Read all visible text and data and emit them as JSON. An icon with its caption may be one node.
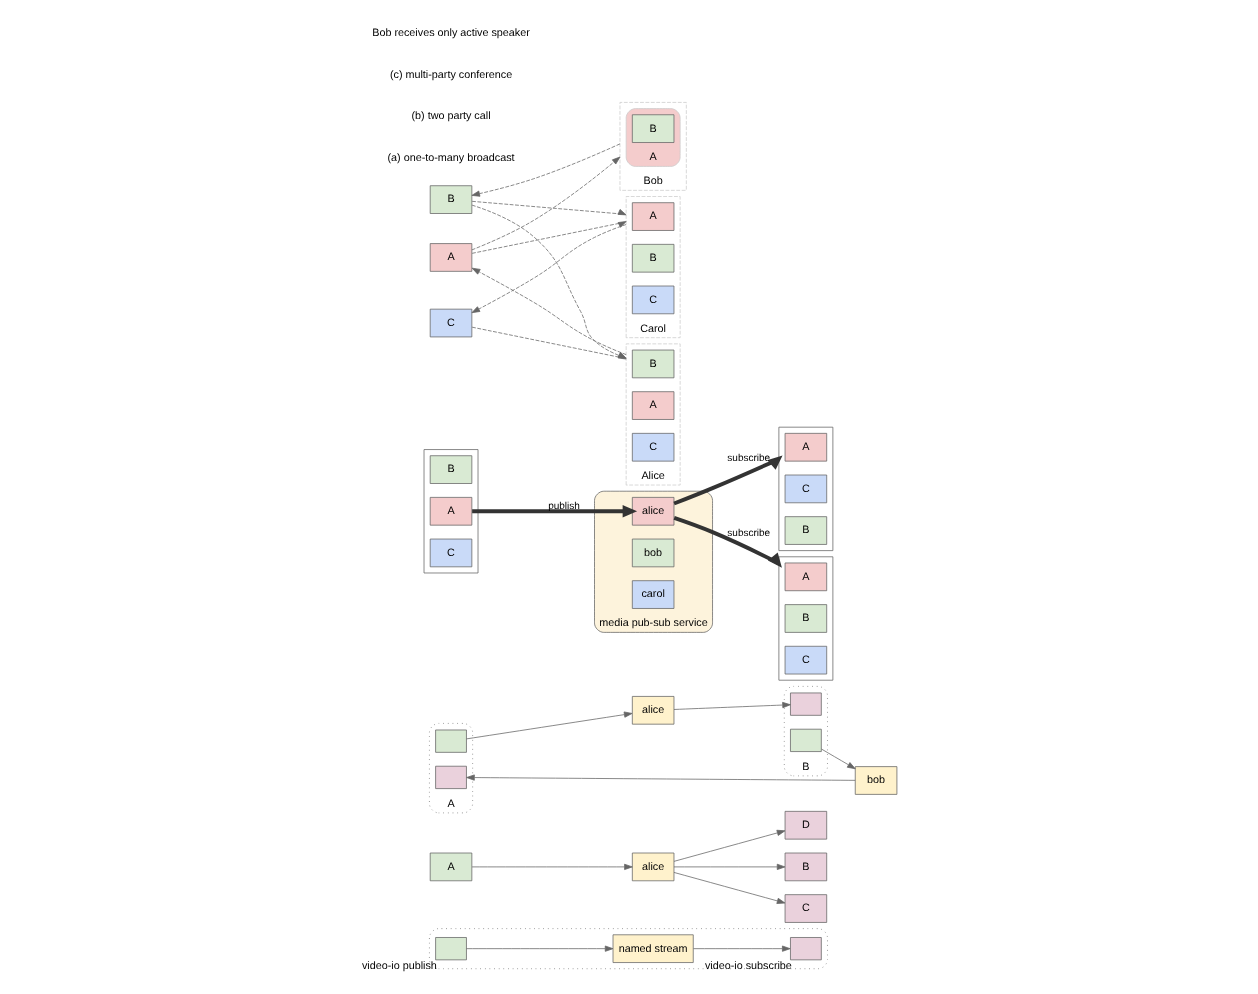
{
  "diagram": {
    "nodes": [
      {
        "text": [],
        "shape": "box"
      },
      {
        "text": [],
        "shape": "box",
        "in": 0,
        "beside": [
          "video-io publish"
        ]
      },
      {
        "text": [
          "named stream"
        ],
        "in": 0
      },
      {
        "text": [],
        "shape": "box",
        "in": 0,
        "beside": [
          "video-io subscribe"
        ]
      },
      {
        "text": [
          "A"
        ]
      },
      {
        "text": [
          "alice"
        ]
      },
      {
        "text": [
          "B"
        ]
      },
      {
        "text": [
          "C"
        ]
      },
      {
        "text": [
          "D"
        ]
      },
      {
        "text": [
          "A"
        ]
      },
      {
        "text": [],
        "shape": "box",
        "in": 9
      },
      {
        "text": [],
        "shape": "box",
        "in": 9
      },
      {
        "text": [
          "alice"
        ]
      },
      {
        "text": [
          "bob"
        ]
      },
      {
        "text": [
          "B"
        ]
      },
      {
        "text": [],
        "shape": "box",
        "in": 14
      },
      {
        "text": [],
        "shape": "box",
        "in": 14
      },
      {
        "text": [
          "media pub-sub service"
        ]
      },
      {
        "text": [
          "alice"
        ],
        "in": 17
      },
      {
        "text": [
          "bob"
        ],
        "in": 17
      },
      {
        "text": [
          "carol"
        ],
        "in": 17
      },
      {
        "text": [],
        "shape": "box"
      },
      {
        "text": [
          "B"
        ],
        "in": 21
      },
      {
        "text": [
          "A"
        ],
        "in": 21
      },
      {
        "text": [
          "C"
        ],
        "in": 21
      },
      {
        "text": [],
        "shape": "box"
      },
      {
        "text": [
          "A"
        ],
        "in": 25
      },
      {
        "text": [
          "C"
        ],
        "in": 25
      },
      {
        "text": [
          "B"
        ],
        "in": 25
      },
      {
        "text": [],
        "shape": "box"
      },
      {
        "text": [
          "A"
        ],
        "in": 29
      },
      {
        "text": [
          "B"
        ],
        "in": 29
      },
      {
        "text": [
          "C"
        ],
        "in": 29
      },
      {
        "text": [
          "A"
        ]
      },
      {
        "text": [
          "B"
        ]
      },
      {
        "text": [
          "C"
        ]
      },
      {
        "text": [
          "Alice"
        ]
      },
      {
        "text": [
          "B"
        ],
        "in": 36
      },
      {
        "text": [
          "A"
        ],
        "in": 36
      },
      {
        "text": [
          "C"
        ],
        "in": 36
      },
      {
        "text": [
          "Bob"
        ]
      },
      {
        "text": [
          "A"
        ],
        "in": 40
      },
      {
        "text": [
          "B"
        ],
        "in": 41
      },
      {
        "text": [
          "Carol"
        ]
      },
      {
        "text": [
          "A"
        ],
        "in": 43
      },
      {
        "text": [
          "B"
        ],
        "in": 43
      },
      {
        "text": [
          "C"
        ],
        "in": 43
      }
    ],
    "edges": [
      {
        "from": 1,
        "to": 2,
        "arrow": "to"
      },
      {
        "from": 2,
        "to": 3,
        "arrow": "to"
      },
      {
        "from": 4,
        "to": 5,
        "arrow": "to"
      },
      {
        "from": 5,
        "to": 6,
        "arrow": "to"
      },
      {
        "from": 5,
        "to": 7,
        "arrow": "to"
      },
      {
        "from": 5,
        "to": 8,
        "arrow": "to"
      },
      {
        "from": 10,
        "to": 12,
        "arrow": "to"
      },
      {
        "from": 12,
        "to": 15,
        "arrow": "to"
      },
      {
        "from": 16,
        "to": 13,
        "arrow": "to"
      },
      {
        "from": 13,
        "to": 11,
        "arrow": "to"
      },
      {
        "from": 23,
        "to": 18,
        "arrow": "to",
        "label": "publish",
        "style": "thick"
      },
      {
        "from": 18,
        "to": 25,
        "arrow": "to",
        "label": "subscribe",
        "style": "thick"
      },
      {
        "from": 18,
        "to": 29,
        "arrow": "to",
        "label": "subscribe",
        "style": "thick"
      },
      {
        "from": 36,
        "to": 33,
        "arrow": "to",
        "style": "dashed"
      },
      {
        "from": 33,
        "to": 40,
        "arrow": "to",
        "style": "dashed"
      },
      {
        "from": 33,
        "to": 43,
        "arrow": "to",
        "style": "dashed"
      },
      {
        "from": 34,
        "to": 36,
        "arrow": "to",
        "style": "dashed"
      },
      {
        "from": 40,
        "to": 34,
        "arrow": "to",
        "style": "dashed"
      },
      {
        "from": 34,
        "to": 43,
        "arrow": "to",
        "style": "dashed"
      },
      {
        "from": 35,
        "to": 36,
        "arrow": "to",
        "style": "dashed"
      },
      {
        "from": 43,
        "to": 35,
        "arrow": "to",
        "style": "dashed"
      }
    ],
    "labels": [
      "(a) one-to-many broadcast",
      "(b) two party call",
      "(c) multi-party conference",
      "Bob receives only active speaker"
    ]
  }
}
